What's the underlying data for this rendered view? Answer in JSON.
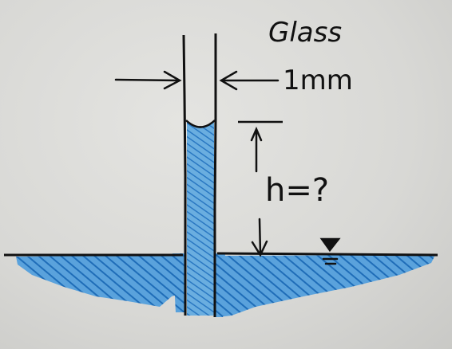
{
  "labels": {
    "material": "Glass",
    "diameter": "1mm",
    "height": "h=?"
  },
  "colors": {
    "ink": "#111111",
    "water": "#2f82c8",
    "water_light": "#5aa2dc",
    "paper": "#dcdcd9"
  },
  "icons": [
    "free-surface-symbol-icon",
    "arrow-right-icon",
    "arrow-left-icon",
    "arrow-up-icon",
    "arrow-down-icon"
  ]
}
